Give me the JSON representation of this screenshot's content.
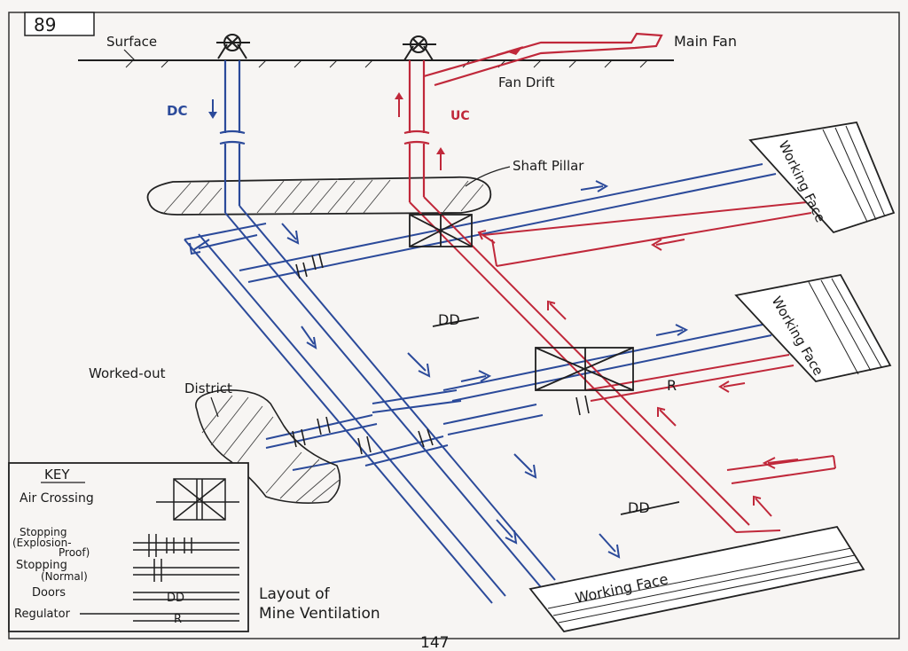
{
  "page_number_top": "89",
  "page_number_bottom": "147",
  "labels": {
    "surface": "Surface",
    "main_fan": "Main Fan",
    "fan_drift": "Fan Drift",
    "dc": "DC",
    "uc": "UC",
    "shaft_pillar": "Shaft Pillar",
    "worked_out_1": "Worked-out",
    "worked_out_2": "District",
    "working_face_1": "Working Face",
    "working_face_2": "Working Face",
    "working_face_3": "Working Face",
    "title_1": "Layout of",
    "title_2": "Mine Ventilation",
    "dd_1": "DD",
    "dd_2": "DD",
    "r": "R"
  },
  "key": {
    "title": "KEY",
    "air_crossing": "Air Crossing",
    "stopping_ep_1": "Stopping",
    "stopping_ep_2": "(Explosion-",
    "stopping_ep_3": "Proof)",
    "stopping_n_1": "Stopping",
    "stopping_n_2": "(Normal)",
    "doors": "Doors",
    "doors_symbol": "DD",
    "regulator": "Regulator",
    "regulator_symbol": "R"
  },
  "colors": {
    "intake": "#2b4a9a",
    "return": "#c0283a",
    "ink": "#1f1f1f"
  }
}
